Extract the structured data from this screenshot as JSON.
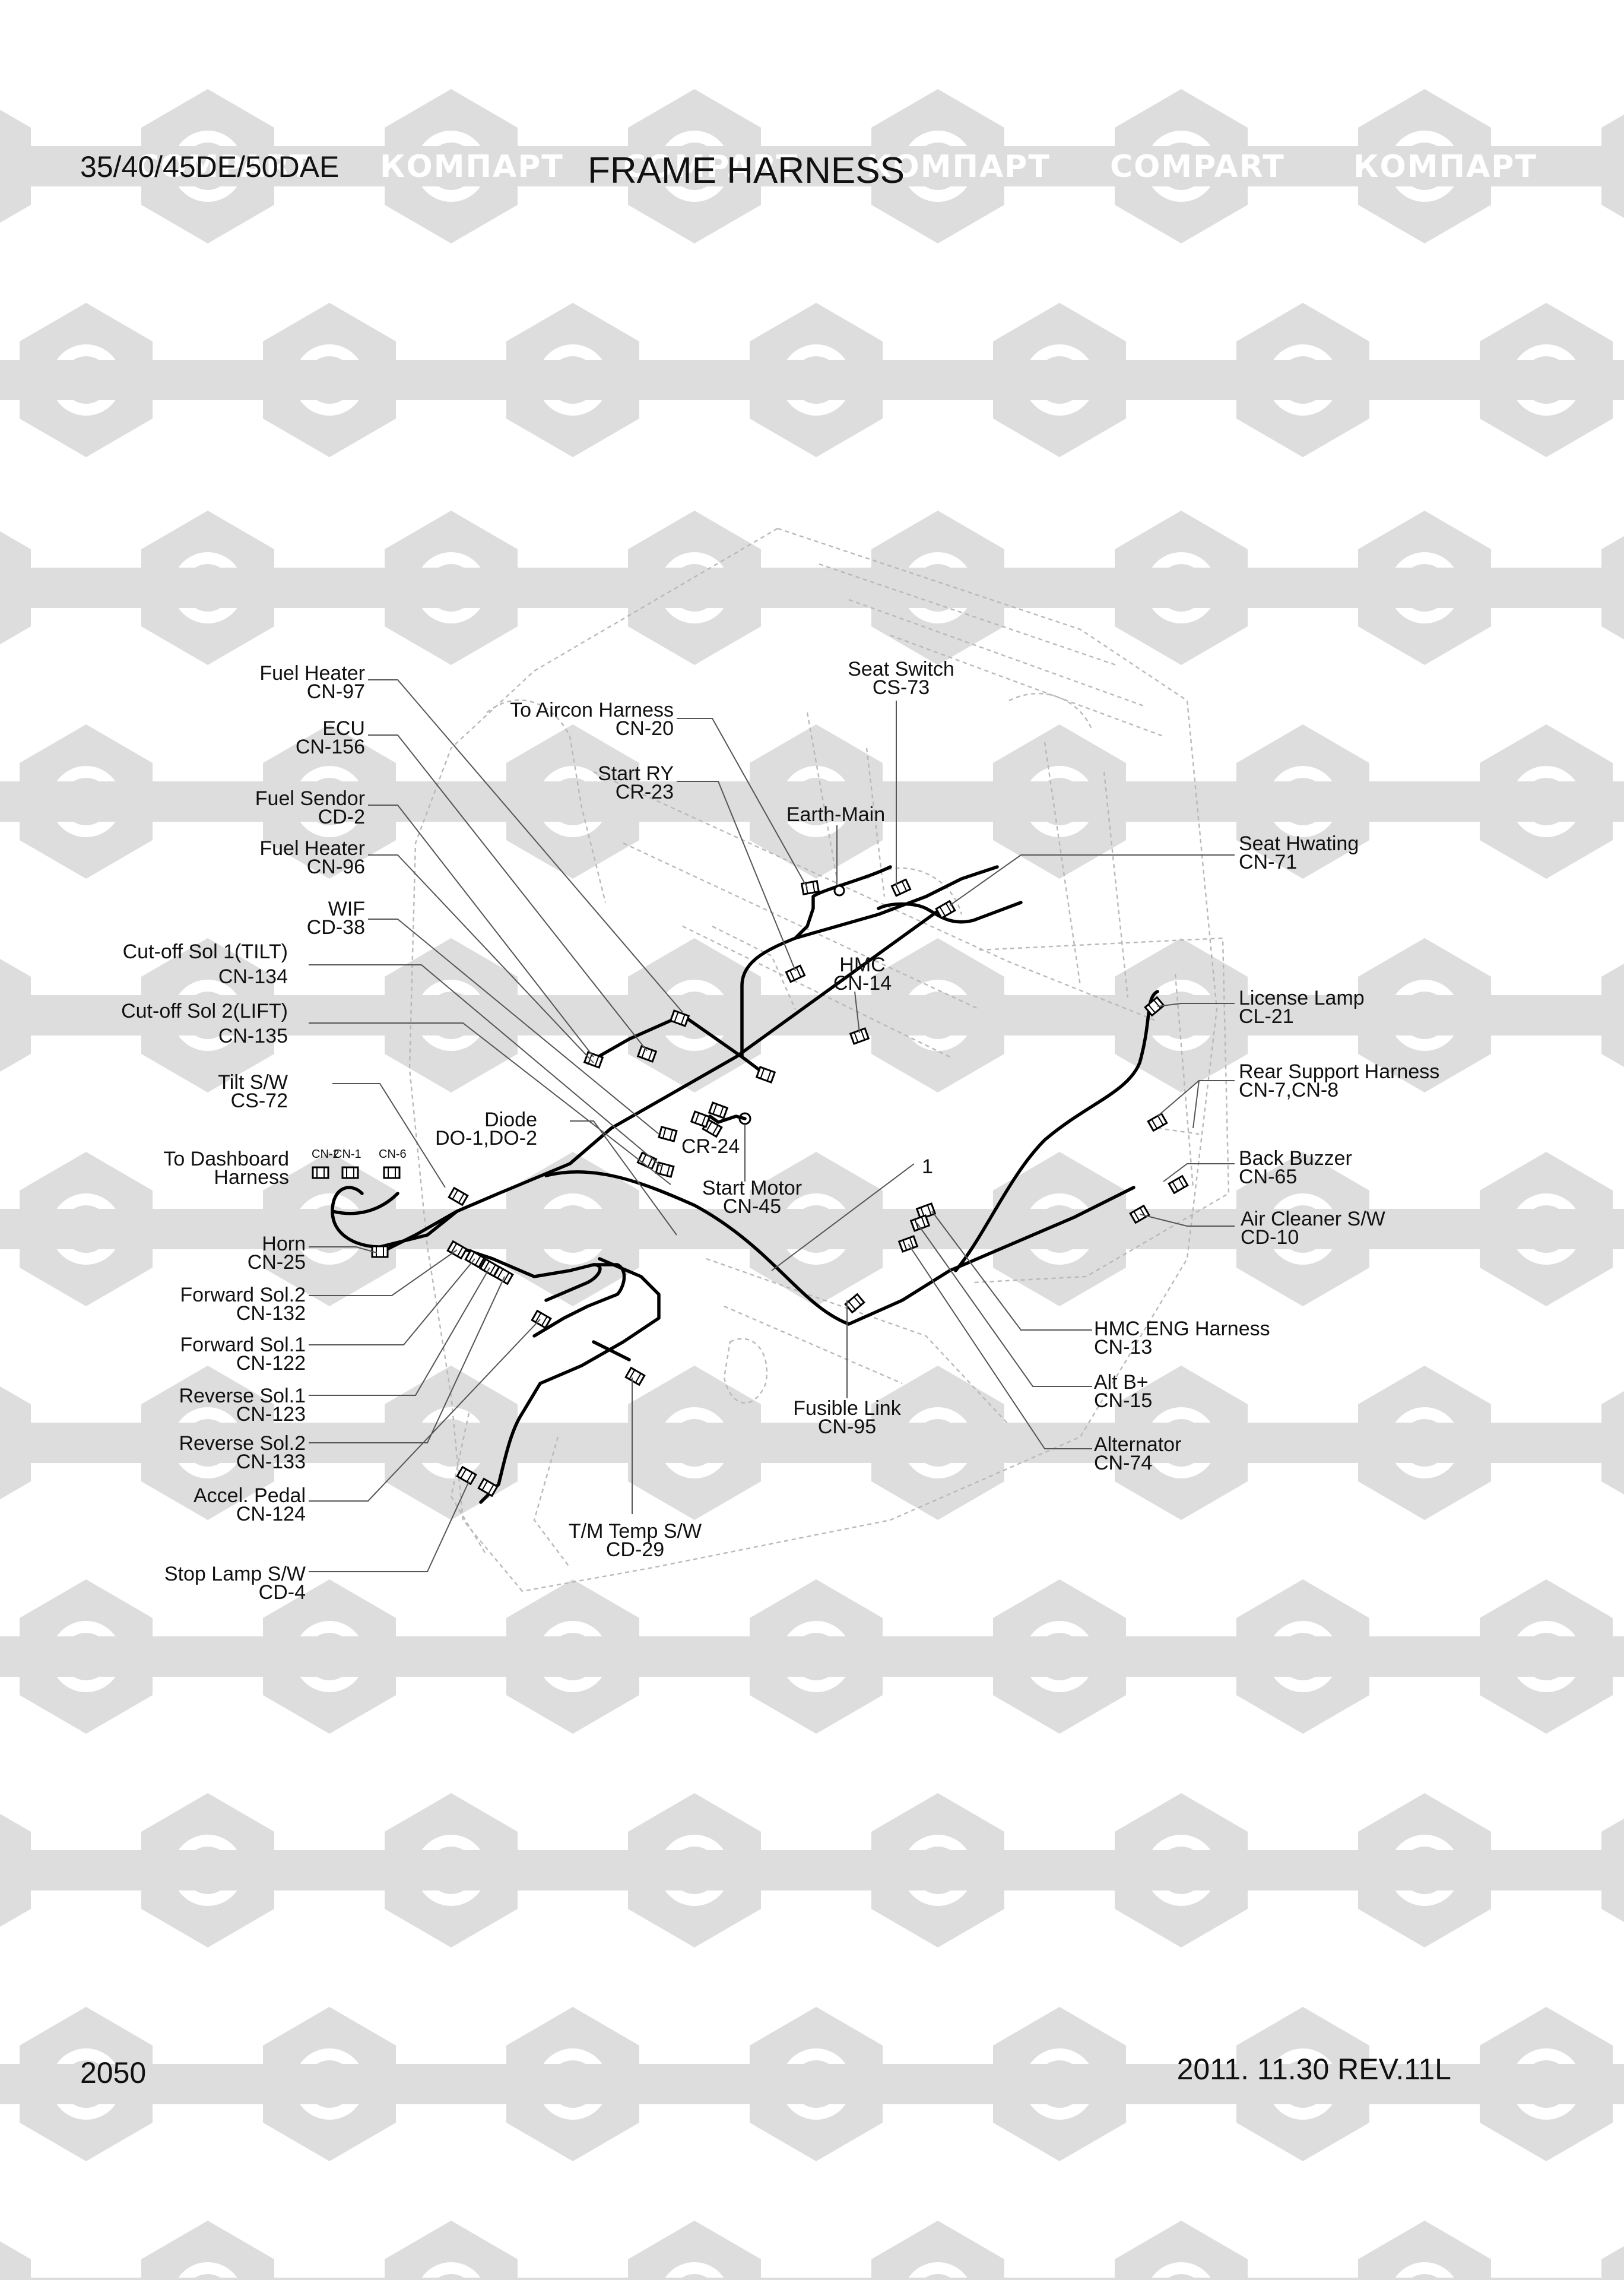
{
  "header": {
    "model": "35/40/45DE/50DAE",
    "title": "FRAME HARNESS"
  },
  "footer": {
    "page_number": "2050",
    "revision": "2011. 11.30  REV.11L"
  },
  "watermark": {
    "text_latin": "COMPART",
    "text_cyrillic": "КОМПАРТ",
    "color": "#dcdcdc"
  },
  "callouts": {
    "fuel_heater_97": [
      "Fuel Heater",
      "CN-97"
    ],
    "ecu": [
      "ECU",
      "CN-156"
    ],
    "fuel_sendor": [
      "Fuel Sendor",
      "CD-2"
    ],
    "fuel_heater_96": [
      "Fuel Heater",
      "CN-96"
    ],
    "wif": [
      "WIF",
      "CD-38"
    ],
    "cutoff_sol1": [
      "Cut-off Sol 1(TILT)",
      "CN-134"
    ],
    "cutoff_sol2": [
      "Cut-off Sol 2(LIFT)",
      "CN-135"
    ],
    "tilt_sw": [
      "Tilt S/W",
      "CS-72"
    ],
    "to_dashboard": [
      "To Dashboard",
      "Harness"
    ],
    "dashboard_connectors": [
      "CN-2",
      "CN-1",
      "CN-6"
    ],
    "horn": [
      "Horn",
      "CN-25"
    ],
    "forward_sol2": [
      "Forward Sol.2",
      "CN-132"
    ],
    "forward_sol1": [
      "Forward Sol.1",
      "CN-122"
    ],
    "reverse_sol1": [
      "Reverse Sol.1",
      "CN-123"
    ],
    "reverse_sol2": [
      "Reverse Sol.2",
      "CN-133"
    ],
    "accel_pedal": [
      "Accel. Pedal",
      "CN-124"
    ],
    "stop_lamp": [
      "Stop Lamp S/W",
      "CD-4"
    ],
    "to_aircon": [
      "To Aircon Harness",
      "CN-20"
    ],
    "start_ry": [
      "Start RY",
      "CR-23"
    ],
    "seat_switch": [
      "Seat Switch",
      "CS-73"
    ],
    "earth_main": [
      "Earth-Main"
    ],
    "seat_hwating": [
      "Seat Hwating",
      "CN-71"
    ],
    "hmc": [
      "HMC",
      "CN-14"
    ],
    "license_lamp": [
      "License Lamp",
      "CL-21"
    ],
    "rear_support": [
      "Rear Support Harness",
      "CN-7,CN-8"
    ],
    "back_buzzer": [
      "Back Buzzer",
      "CN-65"
    ],
    "air_cleaner": [
      "Air Cleaner S/W",
      "CD-10"
    ],
    "diode": [
      "Diode",
      "DO-1,DO-2"
    ],
    "cr24": [
      "CR-24"
    ],
    "start_motor": [
      "Start Motor",
      "CN-45"
    ],
    "item_1": [
      "1"
    ],
    "hmc_eng": [
      "HMC ENG Harness",
      "CN-13"
    ],
    "alt_b": [
      "Alt B+",
      "CN-15"
    ],
    "alternator": [
      "Alternator",
      "CN-74"
    ],
    "fusible_link": [
      "Fusible Link",
      "CN-95"
    ],
    "tm_temp": [
      "T/M Temp S/W",
      "CD-29"
    ]
  }
}
